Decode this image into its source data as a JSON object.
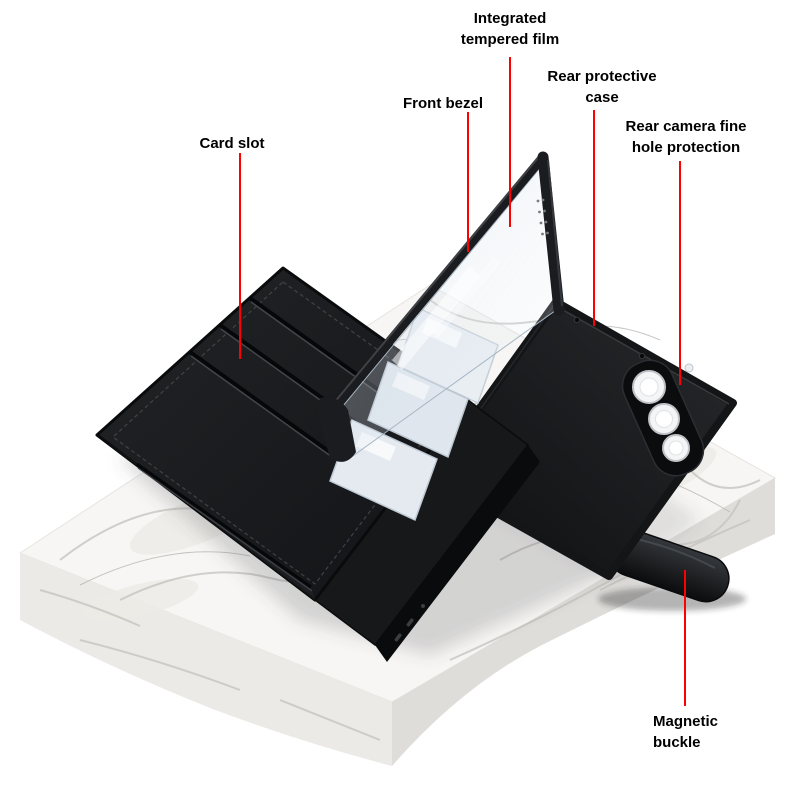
{
  "page": {
    "type": "annotated-product-diagram",
    "background": "#ffffff",
    "accent_color": "#fe0000",
    "label_color": "#000000"
  },
  "product": {
    "description": "Black folding-phone wallet case standing open on a white marble block",
    "parts": [
      "marble-slab",
      "folio-cover",
      "card-slots",
      "card-inserts",
      "front-bezel-frame",
      "tempered-film",
      "rear-protective-case",
      "camera-island",
      "camera-lenses",
      "magnetic-buckle"
    ]
  },
  "annotations": {
    "integrated_tempered_film": {
      "lines": [
        "Integrated",
        "tempered film"
      ]
    },
    "front_bezel": {
      "lines": [
        "Front bezel"
      ]
    },
    "rear_protective_case": {
      "lines": [
        "Rear protective",
        "case"
      ]
    },
    "rear_camera_fine_hole_protection": {
      "lines": [
        "Rear camera fine",
        "hole protection"
      ]
    },
    "card_slot": {
      "lines": [
        "Card slot"
      ]
    },
    "magnetic_buckle": {
      "lines": [
        "Magnetic",
        "buckle"
      ]
    }
  }
}
